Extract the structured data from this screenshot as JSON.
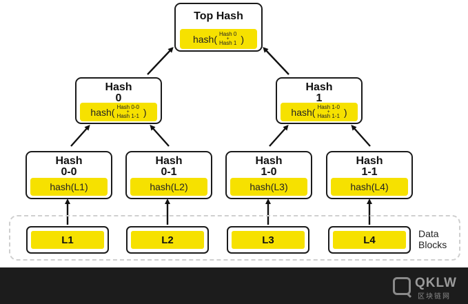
{
  "top": {
    "title": "Top Hash",
    "fn": "hash(",
    "arg_top": "Hash 0",
    "plus": "+",
    "arg_bottom": "Hash 1",
    "close": ")"
  },
  "mid": [
    {
      "title": "Hash",
      "sub": "0",
      "fn": "hash(",
      "arg_top": "Hash 0-0",
      "plus": "+",
      "arg_bottom": "Hash 1-1",
      "close": ")"
    },
    {
      "title": "Hash",
      "sub": "1",
      "fn": "hash(",
      "arg_top": "Hash 1-0",
      "plus": "+",
      "arg_bottom": "Hash 1-1",
      "close": ")"
    }
  ],
  "leaves": [
    {
      "title": "Hash",
      "sub": "0-0",
      "value": "hash(L1)"
    },
    {
      "title": "Hash",
      "sub": "0-1",
      "value": "hash(L2)"
    },
    {
      "title": "Hash",
      "sub": "1-0",
      "value": "hash(L3)"
    },
    {
      "title": "Hash",
      "sub": "1-1",
      "value": "hash(L4)"
    }
  ],
  "blocks": [
    "L1",
    "L2",
    "L3",
    "L4"
  ],
  "data_label": {
    "line1": "Data",
    "line2": "Blocks"
  },
  "watermark": {
    "text": "QKLW",
    "sub": "区块链网"
  },
  "colors": {
    "highlight": "#f6e100",
    "border": "#1a1a1a",
    "footer": "#1c1c1c"
  }
}
